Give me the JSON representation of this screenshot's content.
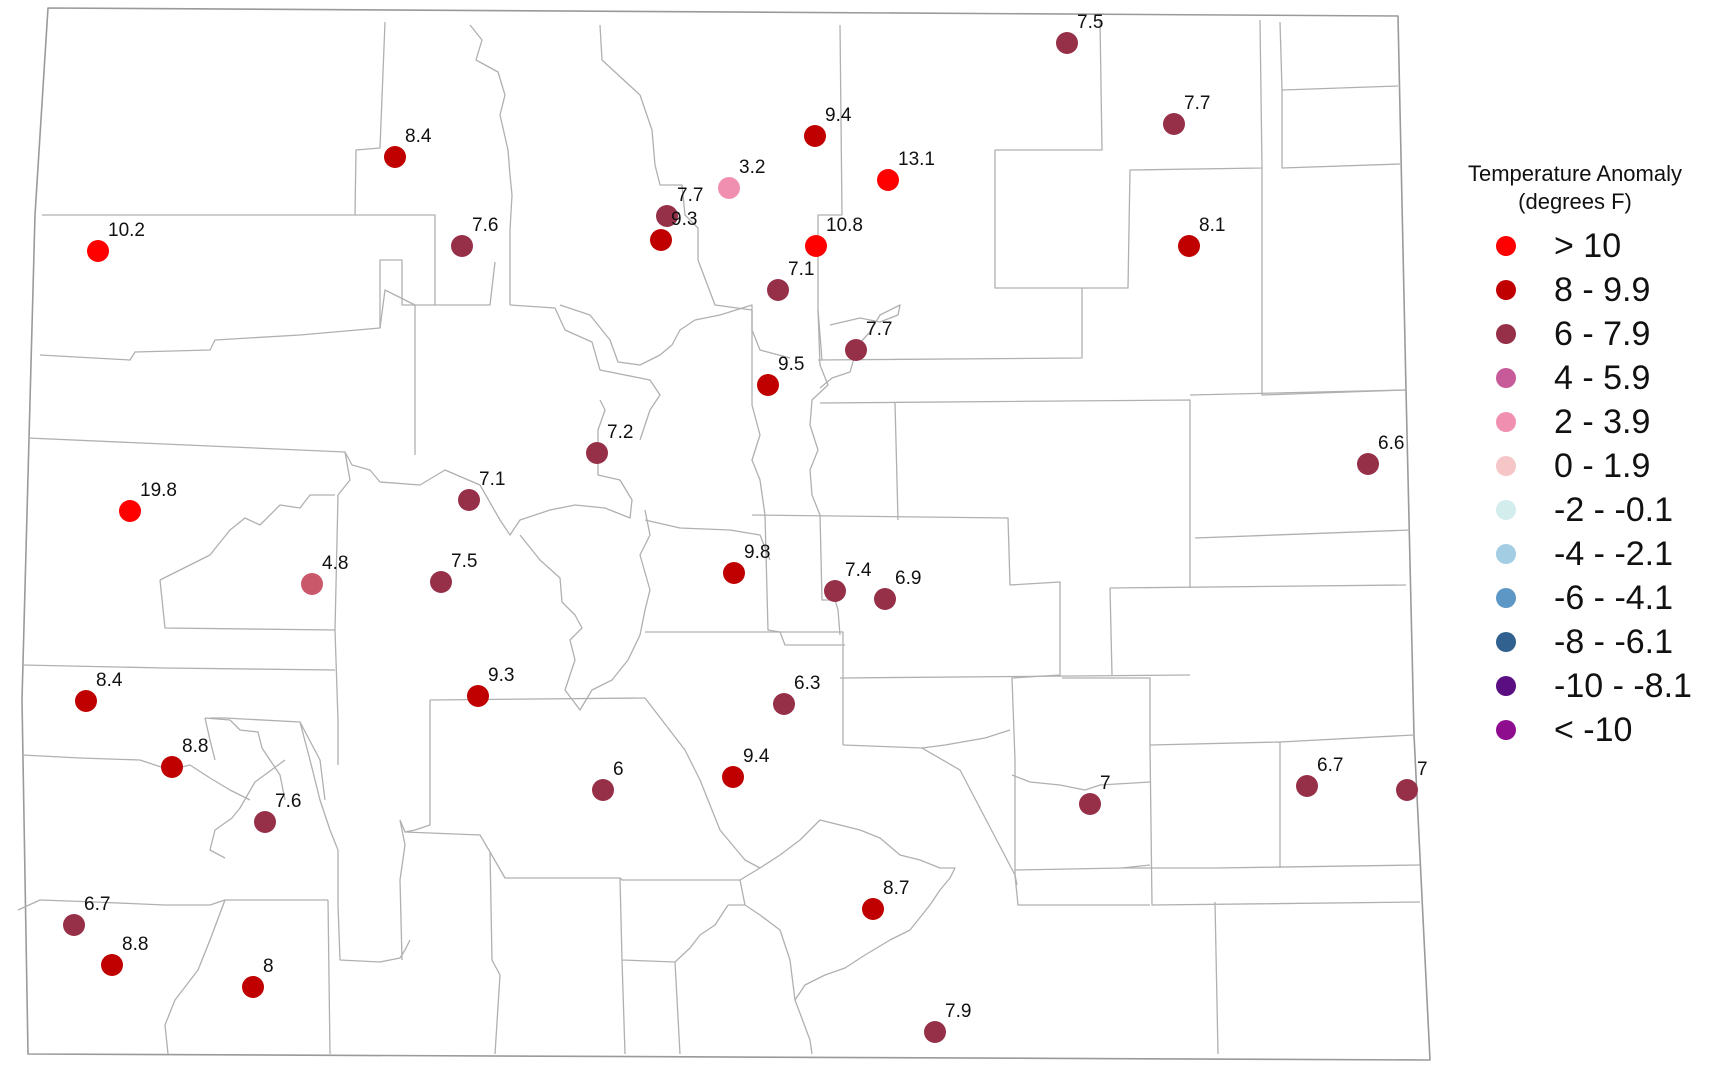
{
  "legend": {
    "title_line1": "Temperature Anomaly",
    "title_line2": "(degrees F)",
    "classes": [
      {
        "label": "> 10",
        "color": "#ff0000"
      },
      {
        "label": "8 - 9.9",
        "color": "#c00000"
      },
      {
        "label": "6 - 7.9",
        "color": "#963048"
      },
      {
        "label": "4 - 5.9",
        "color": "#c75a98"
      },
      {
        "label": "2 - 3.9",
        "color": "#f08fb0"
      },
      {
        "label": "0 - 1.9",
        "color": "#f6c5c8"
      },
      {
        "label": "-2 - -0.1",
        "color": "#d3ecec"
      },
      {
        "label": "-4 - -2.1",
        "color": "#a2cde2"
      },
      {
        "label": "-6 - -4.1",
        "color": "#5c97c6"
      },
      {
        "label": "-8 - -6.1",
        "color": "#31618f"
      },
      {
        "label": "-10 - -8.1",
        "color": "#5a0e82"
      },
      {
        "label": "< -10",
        "color": "#8e0c8e"
      }
    ]
  },
  "stations": [
    {
      "value": "7.5",
      "anomaly": 7.5
    },
    {
      "value": "7.7",
      "anomaly": 7.7
    },
    {
      "value": "9.4",
      "anomaly": 9.4
    },
    {
      "value": "8.4",
      "anomaly": 8.4
    },
    {
      "value": "13.1",
      "anomaly": 13.1
    },
    {
      "value": "3.2",
      "anomaly": 3.2
    },
    {
      "value": "7.7",
      "anomaly": 7.7
    },
    {
      "value": "9.3",
      "anomaly": 9.3
    },
    {
      "value": "10.2",
      "anomaly": 10.2
    },
    {
      "value": "7.6",
      "anomaly": 7.6
    },
    {
      "value": "10.8",
      "anomaly": 10.8
    },
    {
      "value": "8.1",
      "anomaly": 8.1
    },
    {
      "value": "7.1",
      "anomaly": 7.1
    },
    {
      "value": "7.7",
      "anomaly": 7.7
    },
    {
      "value": "9.5",
      "anomaly": 9.5
    },
    {
      "value": "7.2",
      "anomaly": 7.2
    },
    {
      "value": "6.6",
      "anomaly": 6.6
    },
    {
      "value": "7.1",
      "anomaly": 7.1
    },
    {
      "value": "19.8",
      "anomaly": 19.8
    },
    {
      "value": "4.8",
      "anomaly": 4.8
    },
    {
      "value": "7.5",
      "anomaly": 7.5
    },
    {
      "value": "9.8",
      "anomaly": 9.8
    },
    {
      "value": "7.4",
      "anomaly": 7.4
    },
    {
      "value": "6.9",
      "anomaly": 6.9
    },
    {
      "value": "8.4",
      "anomaly": 8.4
    },
    {
      "value": "9.3",
      "anomaly": 9.3
    },
    {
      "value": "6.3",
      "anomaly": 6.3
    },
    {
      "value": "8.8",
      "anomaly": 8.8
    },
    {
      "value": "6",
      "anomaly": 6
    },
    {
      "value": "9.4",
      "anomaly": 9.4
    },
    {
      "value": "7.6",
      "anomaly": 7.6
    },
    {
      "value": "7",
      "anomaly": 7
    },
    {
      "value": "6.7",
      "anomaly": 6.7
    },
    {
      "value": "7",
      "anomaly": 7
    },
    {
      "value": "6.7",
      "anomaly": 6.7
    },
    {
      "value": "8.8",
      "anomaly": 8.8
    },
    {
      "value": "8.7",
      "anomaly": 8.7
    },
    {
      "value": "8",
      "anomaly": 8
    },
    {
      "value": "7.9",
      "anomaly": 7.9
    }
  ]
}
